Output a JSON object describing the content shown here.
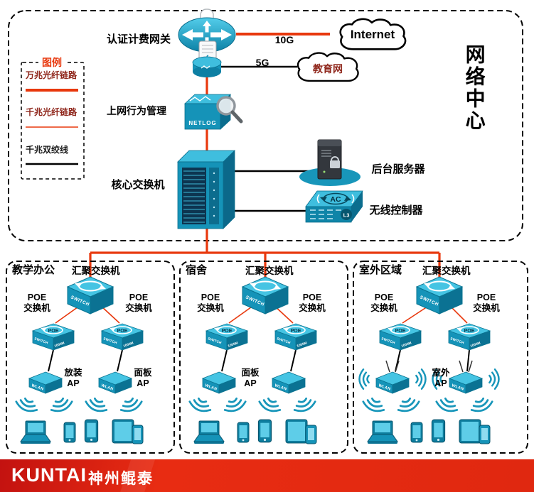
{
  "network_center": {
    "title": "网络中心",
    "legend": {
      "title": "图例",
      "items": [
        {
          "label": "万兆光纤链路"
        },
        {
          "label": "千兆光纤链路"
        },
        {
          "label": "千兆双绞线"
        }
      ]
    },
    "labels": {
      "gateway": "认证计费网关",
      "behavior": "上网行为管理",
      "core": "核心交换机",
      "server": "后台服务器",
      "wlc": "无线控制器"
    },
    "clouds": {
      "internet": "Internet",
      "edu": "教育网"
    },
    "links": {
      "internet_speed": "10G",
      "edu_speed": "5G"
    }
  },
  "device_text": {
    "netlog": "NETLOG",
    "switch": "SWITCH",
    "poe": "POE",
    "gig": "1000M",
    "wlan": "WLAN",
    "ac": "AC",
    "l3": "L3"
  },
  "zones": [
    {
      "title": "教学办公",
      "agg_label": "汇聚交换机",
      "poe_left": "POE\n交换机",
      "poe_right": "POE\n交换机",
      "ap_left": "放装\nAP",
      "ap_right": "面板\nAP"
    },
    {
      "title": "宿舍",
      "agg_label": "汇聚交换机",
      "poe_left": "POE\n交换机",
      "poe_right": "POE\n交换机",
      "ap_left": "面板\nAP",
      "ap_right": ""
    },
    {
      "title": "室外区域",
      "agg_label": "汇聚交换机",
      "poe_left": "POE\n交换机",
      "poe_right": "POE\n交换机",
      "ap_left": "",
      "ap_right": "室外\nAP"
    }
  ],
  "footer": {
    "brand_en": "KUNTAI",
    "brand_cn": "神州鲲泰"
  }
}
